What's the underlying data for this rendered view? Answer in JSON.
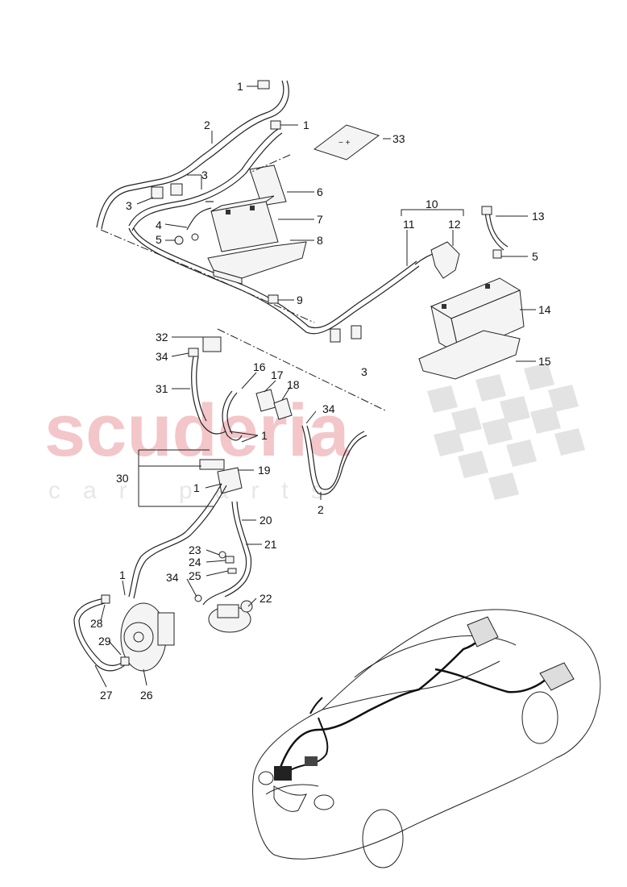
{
  "watermark": {
    "brand": "scuderia",
    "sub": "car parts"
  },
  "callouts": {
    "c1a": "1",
    "c1b": "1",
    "c2a": "2",
    "c3a": "3",
    "c3b": "3",
    "c3c": "3",
    "c4": "4",
    "c5a": "5",
    "c6": "6",
    "c7": "7",
    "c8": "8",
    "c9": "9",
    "c10": "10",
    "c11": "11",
    "c12": "12",
    "c13": "13",
    "c5b": "5",
    "c14": "14",
    "c15": "15",
    "c33": "33",
    "c32": "32",
    "c34a": "34",
    "c31": "31",
    "c16": "16",
    "c17": "17",
    "c18": "18",
    "c34b": "34",
    "c1c": "1",
    "c30": "30",
    "c19": "19",
    "c1d": "1",
    "c2b": "2",
    "c20": "20",
    "c21": "21",
    "c23": "23",
    "c24": "24",
    "c25": "25",
    "c34c": "34",
    "c22": "22",
    "c1e": "1",
    "c28": "28",
    "c29": "29",
    "c27": "27",
    "c26": "26"
  },
  "icons": {
    "battery": "battery-icon",
    "alternator": "alternator-icon",
    "starter": "starter-motor-icon",
    "car": "car-overview-icon"
  }
}
